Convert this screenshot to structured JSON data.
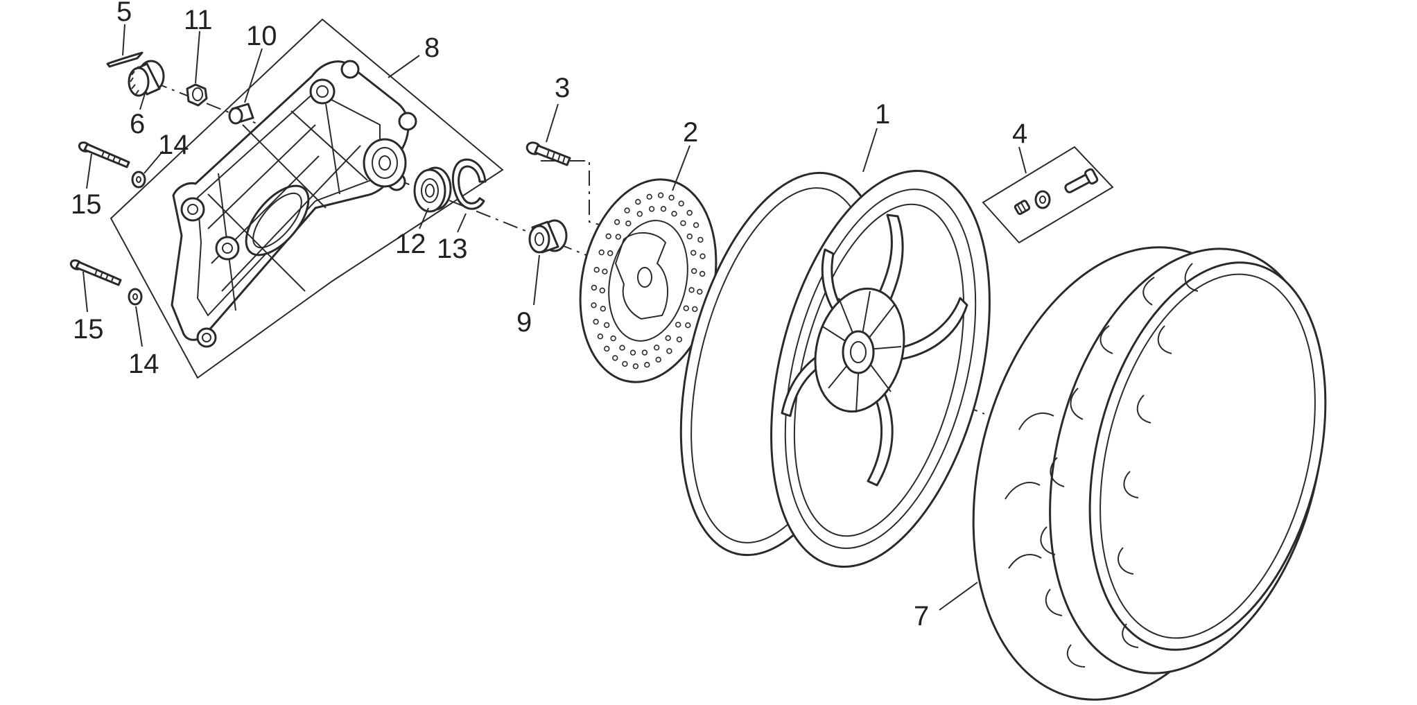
{
  "callouts": {
    "c1": "1",
    "c2": "2",
    "c3": "3",
    "c4": "4",
    "c5": "5",
    "c6": "6",
    "c7": "7",
    "c8": "8",
    "c9": "9",
    "c10": "10",
    "c11": "11",
    "c12": "12",
    "c13": "13",
    "c14a": "14",
    "c14b": "14",
    "c15a": "15",
    "c15b": "15"
  },
  "colors": {
    "line": "#2a2a2a",
    "background": "#ffffff"
  }
}
